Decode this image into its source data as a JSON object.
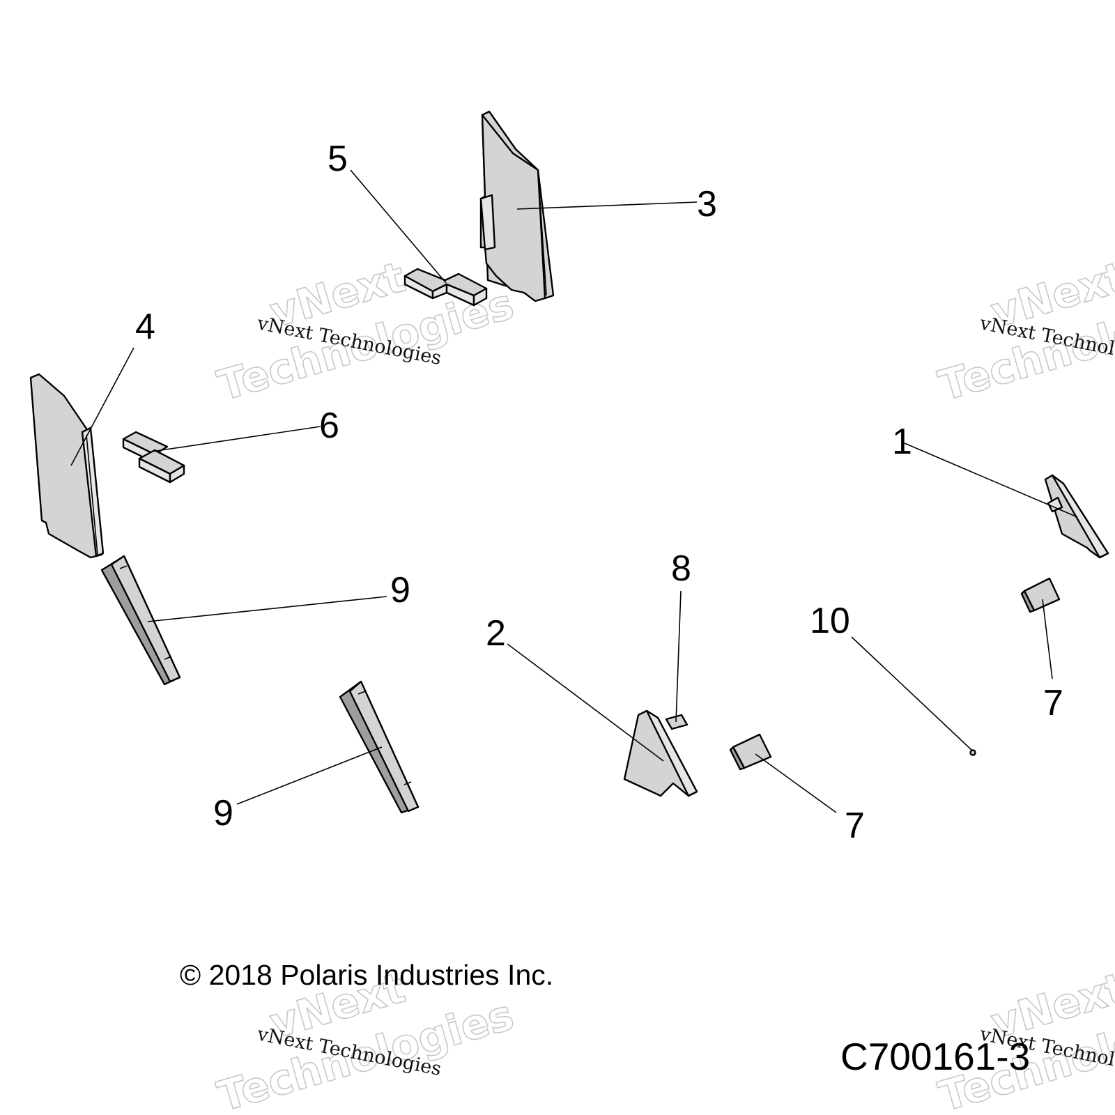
{
  "callouts": {
    "c1": "1",
    "c2": "2",
    "c3": "3",
    "c4": "4",
    "c5": "5",
    "c6": "6",
    "c7a": "7",
    "c7b": "7",
    "c8": "8",
    "c9a": "9",
    "c9b": "9",
    "c10": "10"
  },
  "watermark": {
    "line1": "vNext",
    "line2": "Technologies",
    "small": "vNext Technologies"
  },
  "copyright": "© 2018 Polaris Industries Inc.",
  "drawing_id": "C700161-3"
}
